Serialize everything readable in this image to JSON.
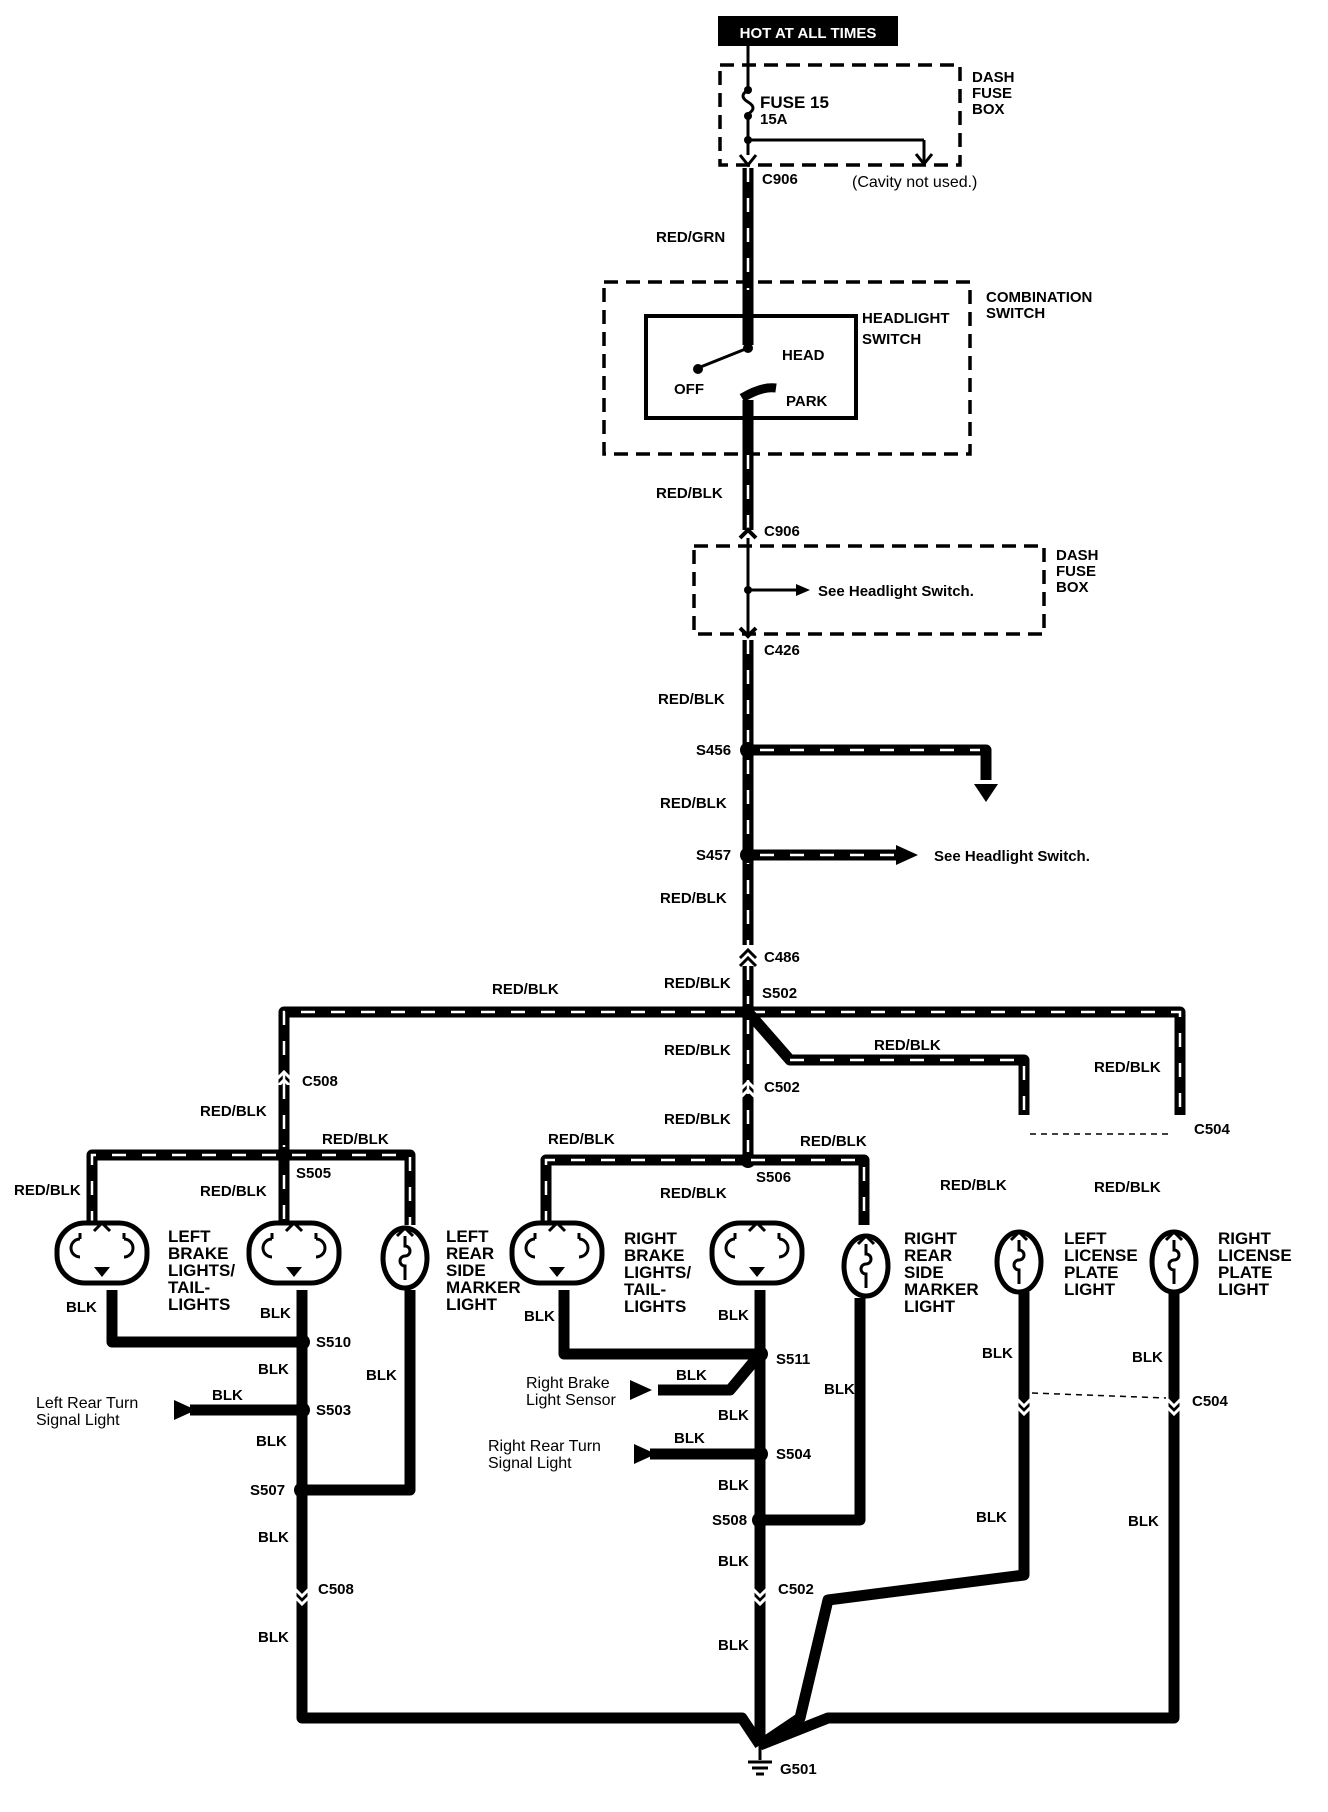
{
  "header": {
    "hot": "HOT AT ALL TIMES"
  },
  "top_fuse_box": {
    "name_l1": "DASH",
    "name_l2": "FUSE",
    "name_l3": "BOX",
    "fuse": "FUSE 15",
    "rating": "15A",
    "note": "(Cavity not used.)"
  },
  "combination_switch": {
    "name_l1": "COMBINATION",
    "name_l2": "SWITCH",
    "headlight_l1": "HEADLIGHT",
    "headlight_l2": "SWITCH",
    "head": "HEAD",
    "off": "OFF",
    "park": "PARK"
  },
  "mid_fuse_box": {
    "name_l1": "DASH",
    "name_l2": "FUSE",
    "name_l3": "BOX",
    "see": "See Headlight Switch."
  },
  "see_headlight": "See Headlight Switch.",
  "connectors": {
    "c906_top": "C906",
    "c906_mid": "C906",
    "c426": "C426",
    "c486": "C486",
    "c508_top": "C508",
    "c502_top": "C502",
    "c504_top": "C504",
    "c504_low": "C504",
    "c508_low": "C508",
    "c502_low": "C502"
  },
  "splices": {
    "s456": "S456",
    "s457": "S457",
    "s502": "S502",
    "s505": "S505",
    "s506": "S506",
    "s510": "S510",
    "s503": "S503",
    "s507": "S507",
    "s511": "S511",
    "s504": "S504",
    "s508": "S508"
  },
  "ground": "G501",
  "wires": {
    "red_grn": "RED/GRN",
    "red_blk": "RED/BLK",
    "blk": "BLK"
  },
  "lights": {
    "left_brake": {
      "l1": "LEFT",
      "l2": "BRAKE",
      "l3": "LIGHTS/",
      "l4": "TAIL-",
      "l5": "LIGHTS"
    },
    "left_side": {
      "l1": "LEFT",
      "l2": "REAR",
      "l3": "SIDE",
      "l4": "MARKER",
      "l5": "LIGHT"
    },
    "right_brake": {
      "l1": "RIGHT",
      "l2": "BRAKE",
      "l3": "LIGHTS/",
      "l4": "TAIL-",
      "l5": "LIGHTS"
    },
    "right_side": {
      "l1": "RIGHT",
      "l2": "REAR",
      "l3": "SIDE",
      "l4": "MARKER",
      "l5": "LIGHT"
    },
    "left_license": {
      "l1": "LEFT",
      "l2": "LICENSE",
      "l3": "PLATE",
      "l4": "LIGHT"
    },
    "right_license": {
      "l1": "RIGHT",
      "l2": "LICENSE",
      "l3": "PLATE",
      "l4": "LIGHT"
    }
  },
  "external": {
    "left_turn_l1": "Left Rear Turn",
    "left_turn_l2": "Signal Light",
    "brake_sensor_l1": "Right Brake",
    "brake_sensor_l2": "Light Sensor",
    "right_turn_l1": "Right Rear Turn",
    "right_turn_l2": "Signal Light"
  }
}
